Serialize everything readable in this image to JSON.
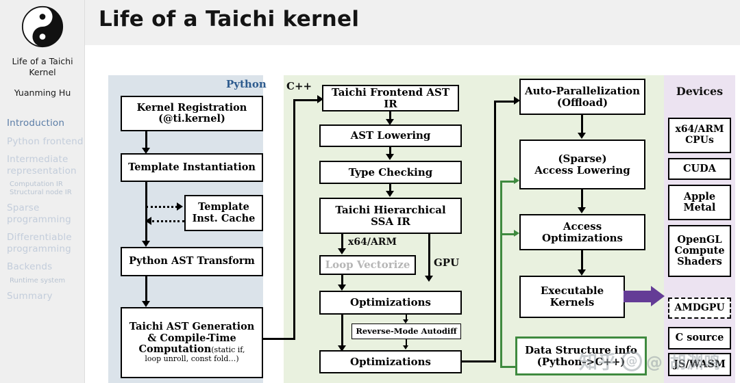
{
  "header": {
    "title": "Life of a Taichi kernel",
    "logo_icon": "yin-yang-icon"
  },
  "sidebar": {
    "deck_title": "Life of a Taichi Kernel",
    "author": "Yuanming Hu",
    "nav": [
      {
        "label": "Introduction",
        "active": true,
        "sub": []
      },
      {
        "label": "Python frontend",
        "active": false,
        "sub": []
      },
      {
        "label": "Intermediate representation",
        "active": false,
        "sub": [
          "Computation IR",
          "Structural node IR"
        ]
      },
      {
        "label": "Sparse programming",
        "active": false,
        "sub": []
      },
      {
        "label": "Differentiable programming",
        "active": false,
        "sub": []
      },
      {
        "label": "Backends",
        "active": false,
        "sub": [
          "Runtime system"
        ]
      },
      {
        "label": "Summary",
        "active": false,
        "sub": []
      }
    ]
  },
  "diagram": {
    "panels": {
      "python_label": "Python",
      "cpp_label": "C++",
      "devices_label": "Devices"
    },
    "python_boxes": [
      {
        "l1": "Kernel Registration",
        "l2": "(@ti.kernel)"
      },
      {
        "l1": "Template Instantiation",
        "l2": ""
      },
      {
        "l1": "Template",
        "l2": "Inst. Cache"
      },
      {
        "l1": "Python AST Transform",
        "l2": ""
      },
      {
        "l1": "Taichi AST Generation",
        "l2": "& Compile-Time",
        "l3": "Computation",
        "l3small": "(static if,",
        "l4small": "loop unroll, const fold…)"
      }
    ],
    "cpp_boxes": [
      {
        "l1": "Taichi Frontend AST IR",
        "l2": ""
      },
      {
        "l1": "AST Lowering",
        "l2": ""
      },
      {
        "l1": "Type Checking",
        "l2": ""
      },
      {
        "l1": "Taichi Hierarchical",
        "l2": "SSA IR"
      },
      {
        "l1": "Loop Vectorize",
        "l2": ""
      },
      {
        "l1": "Optimizations",
        "l2": ""
      },
      {
        "l1": "Reverse-Mode Autodiff",
        "l2": ""
      },
      {
        "l1": "Optimizations",
        "l2": ""
      }
    ],
    "cpp_edge_labels": {
      "x64_arm": "x64/ARM",
      "gpu": "GPU"
    },
    "backend_boxes": [
      {
        "l1": "Auto-Parallelization",
        "l2": "(Offload)"
      },
      {
        "l1": "(Sparse)",
        "l2": "Access Lowering"
      },
      {
        "l1": "Access",
        "l2": "Optimizations"
      },
      {
        "l1": "Executable",
        "l2": "Kernels"
      },
      {
        "l1": "Data Structure info",
        "l2": "(Python->C++)"
      }
    ],
    "device_boxes": [
      {
        "l1": "x64/ARM",
        "l2": "CPUs",
        "dashed": false
      },
      {
        "l1": "CUDA",
        "l2": "",
        "dashed": false
      },
      {
        "l1": "Apple",
        "l2": "Metal",
        "dashed": false
      },
      {
        "l1": "OpenGL",
        "l2": "Compute",
        "l3": "Shaders",
        "dashed": false
      },
      {
        "l1": "AMDGPU",
        "l2": "",
        "dashed": true
      },
      {
        "l1": "C source",
        "l2": "",
        "dashed": false
      },
      {
        "l1": "JS/WASM",
        "l2": "",
        "dashed": false
      }
    ],
    "colors": {
      "python_panel": "#dbe3ea",
      "cpp_panel": "#e9f1df",
      "devices_panel": "#ece3f1",
      "python_label": "#2d5b8e",
      "green_accent": "#3f8a3f",
      "purple_arrow": "#643c96",
      "sidebar_active": "#5a7ca6",
      "sidebar_inactive": "#c3cddb"
    }
  },
  "watermark": {
    "brand": "知乎",
    "handle": "@ 胡渊鸣"
  }
}
